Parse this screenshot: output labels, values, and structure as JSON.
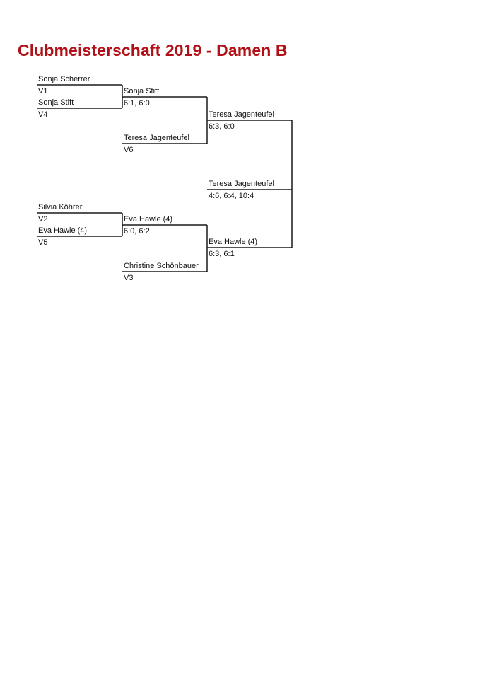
{
  "title": "Clubmeisterschaft 2019 - Damen B",
  "round1": [
    {
      "player": "Sonja Scherrer",
      "seed": "V1"
    },
    {
      "player": "Sonja Stift",
      "seed": "V4"
    },
    {
      "player": "Silvia Köhrer",
      "seed": "V2"
    },
    {
      "player": "Eva Hawle (4)",
      "seed": "V5"
    }
  ],
  "round2": [
    {
      "player": "Sonja Stift",
      "score": "6:1, 6:0"
    },
    {
      "player": "Teresa Jagenteufel",
      "seed": "V6"
    },
    {
      "player": "Eva Hawle (4)",
      "score": "6:0, 6:2"
    },
    {
      "player": "Christine Schönbauer",
      "seed": "V3"
    }
  ],
  "semifinals": [
    {
      "player": "Teresa Jagenteufel",
      "score": "6:3, 6:0"
    },
    {
      "player": "Eva Hawle (4)",
      "score": "6:3, 6:1"
    }
  ],
  "final": {
    "player": "Teresa Jagenteufel",
    "score": "4:6, 6:4, 10:4"
  }
}
